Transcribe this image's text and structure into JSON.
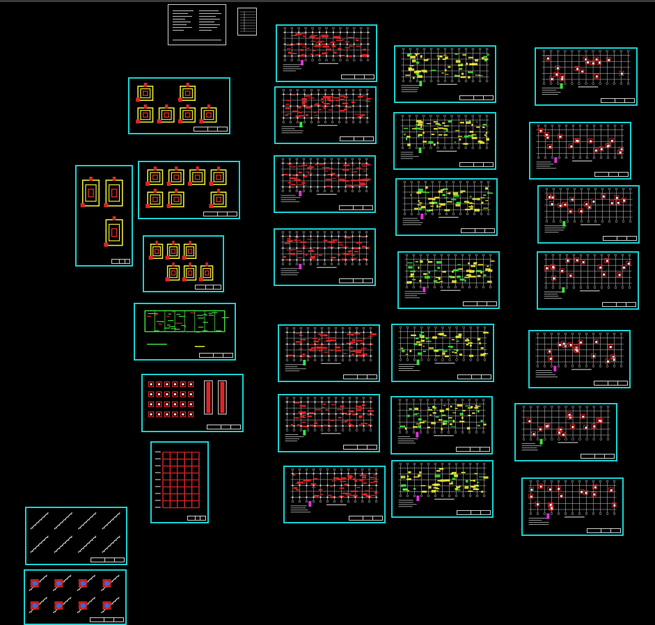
{
  "viewer": {
    "background": "#000000",
    "frame_color": "#18d2d2",
    "title_block_color": "#cfcfcf"
  },
  "palette": {
    "red": "#e02424",
    "yellow": "#e8e83a",
    "green": "#3de23d",
    "white": "#e8e8e8",
    "magenta": "#e030e0",
    "grey": "#9a9a9a"
  },
  "sheet_styles": [
    "cover-notes",
    "drawing-index",
    "foundation-details",
    "foundation-details",
    "foundation-details",
    "foundation-details",
    "green-floor-plan",
    "column-details",
    "elevation-frame",
    "stair-details",
    "stair-details",
    "red-column-plan",
    "red-column-plan",
    "red-column-plan",
    "red-column-plan",
    "red-column-plan",
    "red-column-plan",
    "red-column-plan",
    "yellow-beam-plan",
    "yellow-beam-plan",
    "yellow-beam-plan",
    "yellow-beam-plan",
    "yellow-beam-plan",
    "yellow-beam-plan",
    "yellow-beam-plan",
    "red-slab-plan",
    "red-slab-plan",
    "red-slab-plan",
    "red-slab-plan",
    "red-slab-plan",
    "red-slab-plan",
    "red-slab-plan"
  ]
}
